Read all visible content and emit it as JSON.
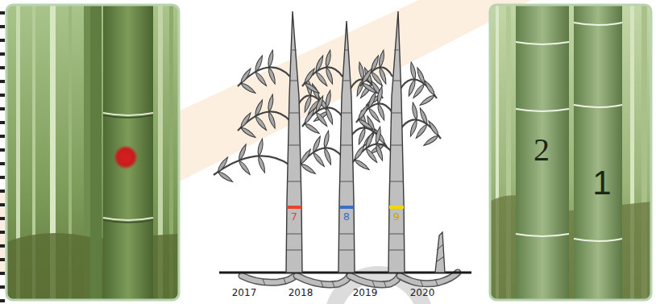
{
  "diagram": {
    "labels": [
      "7",
      "8",
      "9",
      "2017",
      "2018",
      "2019",
      "2020",
      "2",
      "1"
    ]
  }
}
